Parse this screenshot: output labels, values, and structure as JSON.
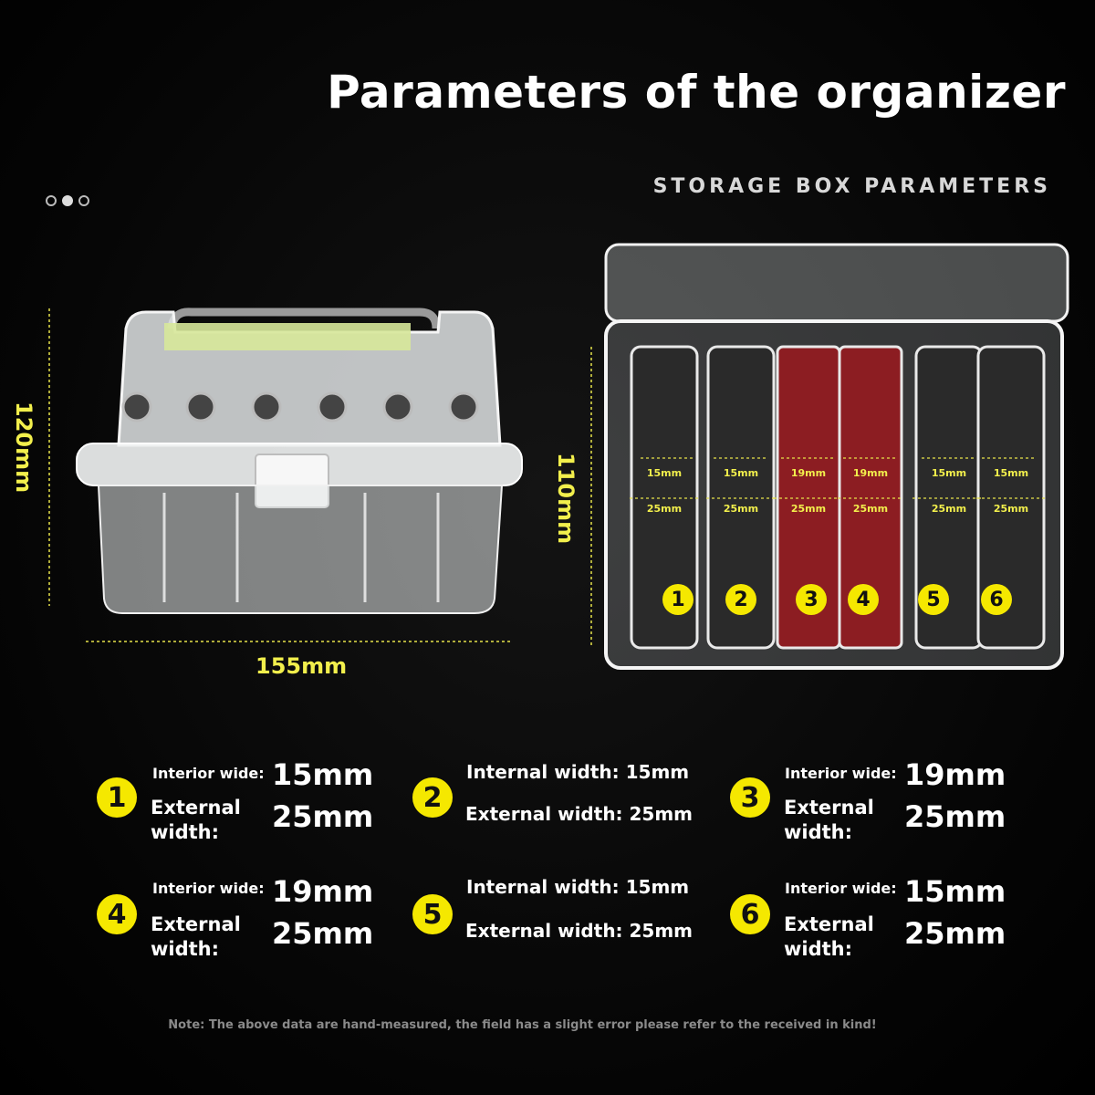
{
  "header": {
    "title": "Parameters of the organizer",
    "subtitle": "STORAGE BOX PARAMETERS"
  },
  "dimensions": {
    "height": "120mm",
    "width": "155mm",
    "depth": "110mm"
  },
  "compartments": [
    {
      "number": "1",
      "interior": "15mm",
      "external": "25mm"
    },
    {
      "number": "2",
      "interior": "15mm",
      "external": "25mm"
    },
    {
      "number": "3",
      "interior": "19mm",
      "external": "25mm"
    },
    {
      "number": "4",
      "interior": "19mm",
      "external": "25mm"
    },
    {
      "number": "5",
      "interior": "15mm",
      "external": "25mm"
    },
    {
      "number": "6",
      "interior": "15mm",
      "external": "25mm"
    }
  ],
  "specs": [
    {
      "number": "1",
      "interior_label": "Interior wide:",
      "interior_value": "15mm",
      "external_label": "External width:",
      "external_value": "25mm"
    },
    {
      "number": "2",
      "interior_line": "Internal width: 15mm",
      "external_line": "External width: 25mm"
    },
    {
      "number": "3",
      "interior_label": "Interior wide:",
      "interior_value": "19mm",
      "external_label": "External width:",
      "external_value": "25mm"
    },
    {
      "number": "4",
      "interior_label": "Interior wide:",
      "interior_value": "19mm",
      "external_label": "External width:",
      "external_value": "25mm"
    },
    {
      "number": "5",
      "interior_line": "Internal width: 15mm",
      "external_line": "External width: 25mm"
    },
    {
      "number": "6",
      "interior_label": "Interior wide:",
      "interior_value": "15mm",
      "external_label": "External width:",
      "external_value": "25mm"
    }
  ],
  "note": "Note: The above data are hand-measured, the field has a slight error please refer to the received in kind!",
  "colors": {
    "accent": "#f5e800",
    "dimension": "#f2ef4c",
    "background": "#000000",
    "insert_red": "#8c1d22"
  }
}
